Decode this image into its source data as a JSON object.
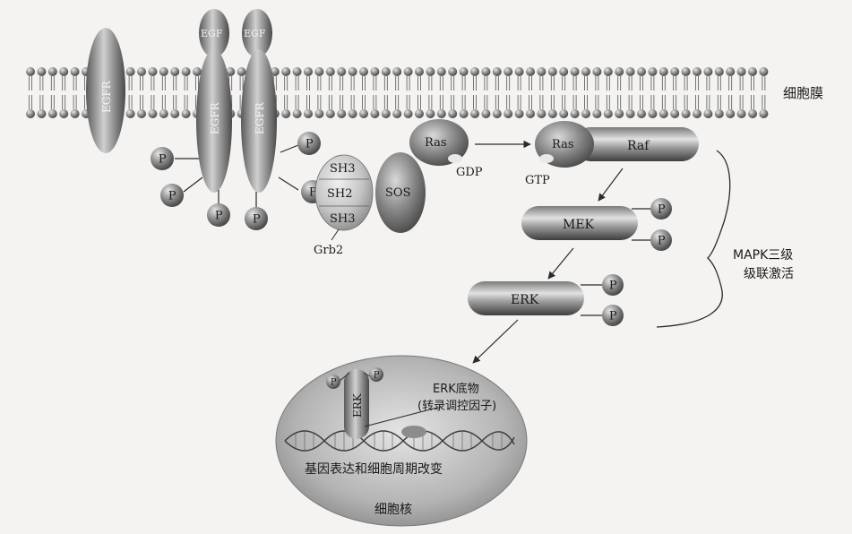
{
  "labels": {
    "membrane": "细胞膜",
    "egf": "EGF",
    "egfr": "EGFR",
    "phospho": "P",
    "sh3": "SH3",
    "sh2": "SH2",
    "grb2": "Grb2",
    "sos": "SOS",
    "ras": "Ras",
    "gdp": "GDP",
    "gtp": "GTP",
    "raf": "Raf",
    "mek": "MEK",
    "erk": "ERK",
    "mapk_line1": "MAPK三级",
    "mapk_line2": "级联激活",
    "erk_substrate_line1": "ERK底物",
    "erk_substrate_line2": "(转录调控因子)",
    "gene_expression": "基因表达和细胞周期改变",
    "nucleus": "细胞核"
  },
  "colors": {
    "background": "#f4f3f1",
    "protein_dark": "#6c6c6c",
    "protein_light": "#d6d6d6",
    "phospho_fill": "#8a8a8a",
    "nucleus_fill": "#b9b9b9",
    "line": "#2a2a2a"
  }
}
